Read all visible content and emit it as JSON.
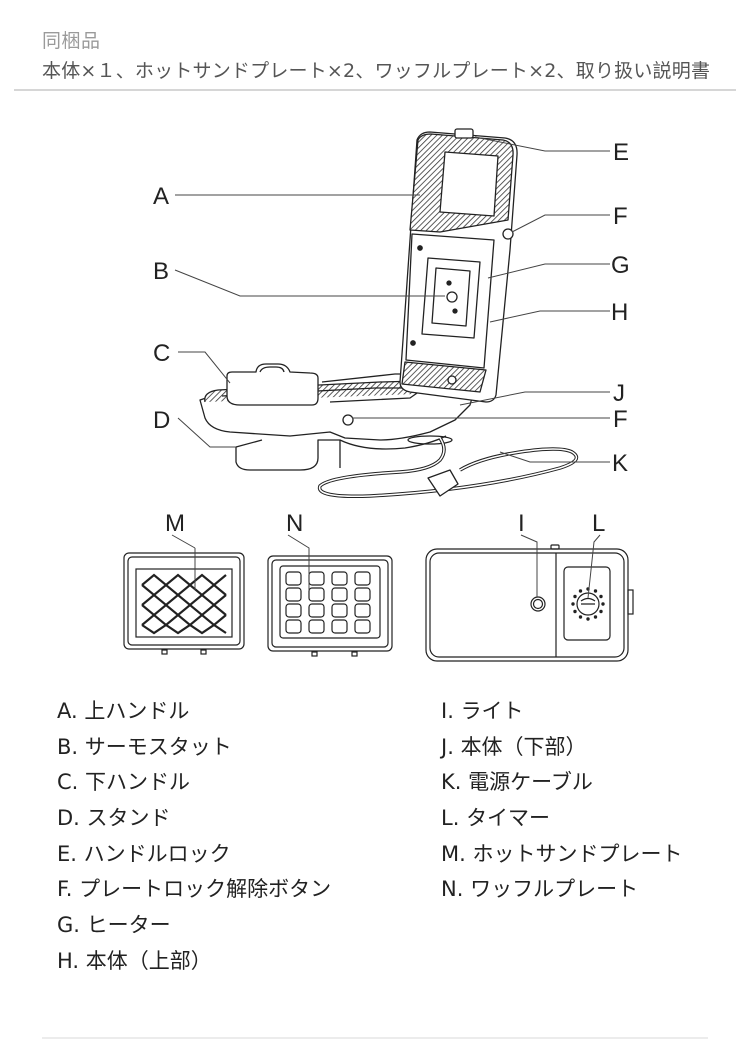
{
  "contents": {
    "title": "同梱品",
    "text": "本体×１、ホットサンドプレート×2、ワッフルプレート×2、取り扱い説明書"
  },
  "diagram": {
    "callouts": {
      "A": "A",
      "B": "B",
      "C": "C",
      "D": "D",
      "E": "E",
      "F1": "F",
      "F2": "F",
      "G": "G",
      "H": "H",
      "J": "J",
      "K": "K",
      "M": "M",
      "N": "N",
      "I": "I",
      "L": "L"
    },
    "line_color": "#222222"
  },
  "legend": {
    "left": [
      {
        "key": "A.",
        "label": "上ハンドル"
      },
      {
        "key": "B.",
        "label": "サーモスタット"
      },
      {
        "key": "C.",
        "label": "下ハンドル"
      },
      {
        "key": "D.",
        "label": "スタンド"
      },
      {
        "key": "E.",
        "label": "ハンドルロック"
      },
      {
        "key": "F.",
        "label": "プレートロック解除ボタン"
      },
      {
        "key": "G.",
        "label": "ヒーター"
      },
      {
        "key": "H.",
        "label": "本体（上部）"
      }
    ],
    "right": [
      {
        "key": "I.",
        "label": "ライト"
      },
      {
        "key": "J.",
        "label": "本体（下部）"
      },
      {
        "key": "K.",
        "label": "電源ケーブル"
      },
      {
        "key": "L.",
        "label": "タイマー"
      },
      {
        "key": "M.",
        "label": "ホットサンドプレート"
      },
      {
        "key": "N.",
        "label": "ワッフルプレート"
      }
    ]
  }
}
